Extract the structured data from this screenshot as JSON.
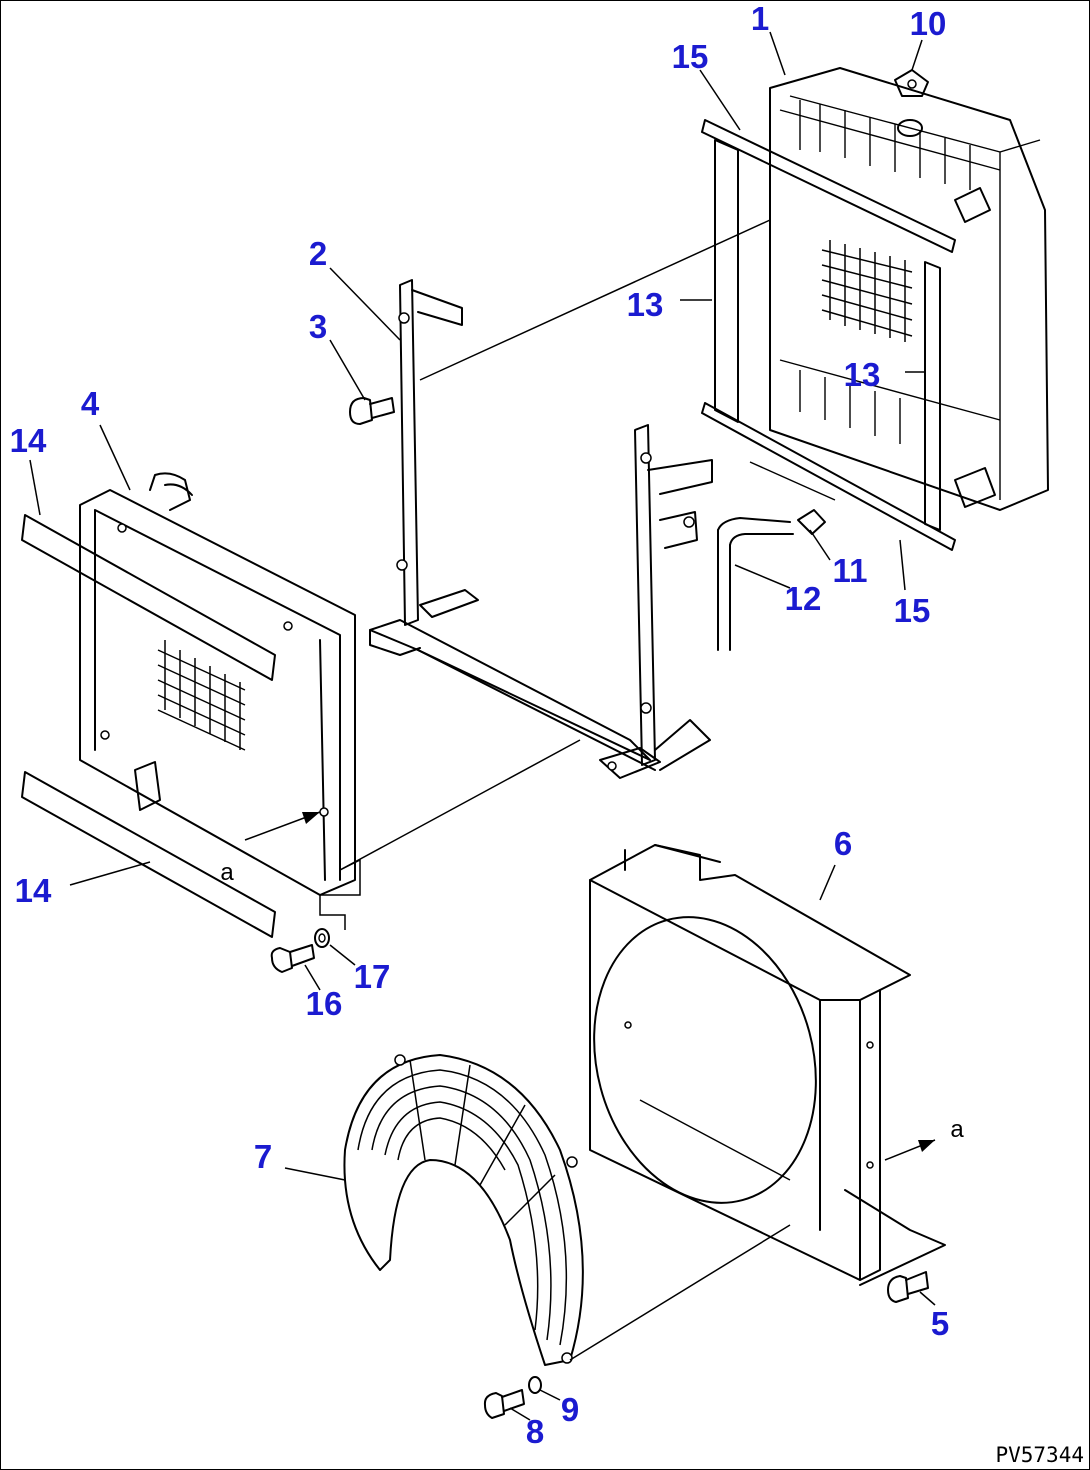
{
  "drawing_code": "PV57344",
  "view_marker": "a",
  "colors": {
    "callout": "#1b1bd0",
    "line": "#000000",
    "background": "#ffffff"
  },
  "callouts": [
    {
      "id": "c1",
      "label": "1",
      "part": "radiator"
    },
    {
      "id": "c10",
      "label": "10",
      "part": "radiator cap"
    },
    {
      "id": "c15a",
      "label": "15",
      "part": "seal strip (upper)"
    },
    {
      "id": "c13a",
      "label": "13",
      "part": "side seal (left)"
    },
    {
      "id": "c13b",
      "label": "13",
      "part": "side seal (right)"
    },
    {
      "id": "c2",
      "label": "2",
      "part": "bracket"
    },
    {
      "id": "c3",
      "label": "3",
      "part": "bolt"
    },
    {
      "id": "c4",
      "label": "4",
      "part": "guard frame"
    },
    {
      "id": "c14a",
      "label": "14",
      "part": "seal strip (upper)"
    },
    {
      "id": "c14b",
      "label": "14",
      "part": "seal strip (lower)"
    },
    {
      "id": "c11",
      "label": "11",
      "part": "drain cock"
    },
    {
      "id": "c12",
      "label": "12",
      "part": "hose"
    },
    {
      "id": "c15b",
      "label": "15",
      "part": "seal strip (lower)"
    },
    {
      "id": "c6",
      "label": "6",
      "part": "shroud"
    },
    {
      "id": "c17",
      "label": "17",
      "part": "washer"
    },
    {
      "id": "c16",
      "label": "16",
      "part": "bolt"
    },
    {
      "id": "c7",
      "label": "7",
      "part": "fan guard"
    },
    {
      "id": "c5",
      "label": "5",
      "part": "bolt"
    },
    {
      "id": "c9",
      "label": "9",
      "part": "washer"
    },
    {
      "id": "c8",
      "label": "8",
      "part": "bolt"
    }
  ]
}
